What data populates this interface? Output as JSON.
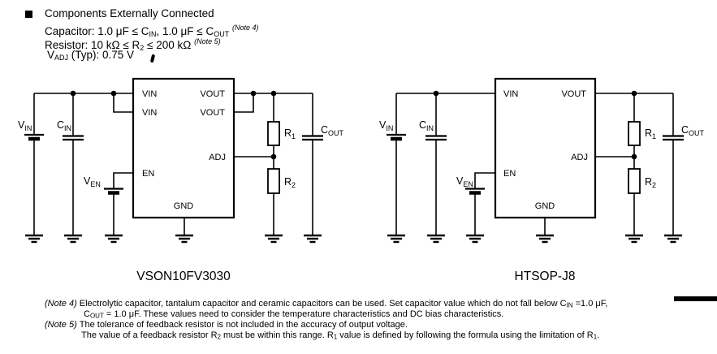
{
  "header": {
    "title": "Components Externally Connected",
    "capacitor_line": {
      "pre": "Capacitor: 1.0 μF ≤ C",
      "sub1": "IN",
      "mid": ", 1.0 μF ≤ C",
      "sub2": "OUT",
      "note_ref": "(Note 4)"
    },
    "resistor_line": {
      "pre": "Resistor: 10 kΩ ≤ R",
      "sub1": "2",
      "mid": " ≤ 200 kΩ",
      "note_ref": "(Note 5)"
    },
    "vadj_line": {
      "pre": "V",
      "sub1": "ADJ",
      "mid": " (Typ): 0.75 V"
    }
  },
  "circuit_left": {
    "caption": "VSON10FV3030",
    "ic_pins": {
      "vin1": "VIN",
      "vin2": "VIN",
      "vout1": "VOUT",
      "vout2": "VOUT",
      "adj": "ADJ",
      "en": "EN",
      "gnd": "GND"
    },
    "components": {
      "vin": {
        "base": "V",
        "sub": "IN"
      },
      "cin": {
        "base": "C",
        "sub": "IN"
      },
      "ven": {
        "base": "V",
        "sub": "EN"
      },
      "r1": {
        "base": "R",
        "sub": "1"
      },
      "r2": {
        "base": "R",
        "sub": "2"
      },
      "cout": {
        "base": "C",
        "sub": "OUT"
      }
    }
  },
  "circuit_right": {
    "caption": "HTSOP-J8",
    "ic_pins": {
      "vin": "VIN",
      "vout": "VOUT",
      "adj": "ADJ",
      "en": "EN",
      "gnd": "GND"
    },
    "components": {
      "vin": {
        "base": "V",
        "sub": "IN"
      },
      "cin": {
        "base": "C",
        "sub": "IN"
      },
      "ven": {
        "base": "V",
        "sub": "EN"
      },
      "r1": {
        "base": "R",
        "sub": "1"
      },
      "r2": {
        "base": "R",
        "sub": "2"
      },
      "cout": {
        "base": "C",
        "sub": "OUT"
      }
    }
  },
  "notes": {
    "note4": {
      "tag": "(Note 4)",
      "line1_pre": "Electrolytic capacitor, tantalum capacitor and ceramic capacitors can be used. Set capacitor value which do not fall below C",
      "line1_sub": "IN",
      "line1_end": " =1.0 μF,",
      "line2_pre": "C",
      "line2_sub": "OUT",
      "line2_end": " = 1.0 μF. These values need to consider the temperature characteristics and DC bias characteristics."
    },
    "note5": {
      "tag": "(Note 5)",
      "line1": "The tolerance of feedback resistor is not included in the accuracy of output voltage.",
      "line2_pre": "The value of a feedback resistor R",
      "line2_sub1": "2",
      "line2_mid": " must be within this range. R",
      "line2_sub2": "1",
      "line2_mid2": " value is defined by following the formula using the limitation of R",
      "line2_sub3": "1",
      "line2_end": "."
    }
  },
  "colors": {
    "ink": "#000000",
    "background": "#ffffff"
  }
}
